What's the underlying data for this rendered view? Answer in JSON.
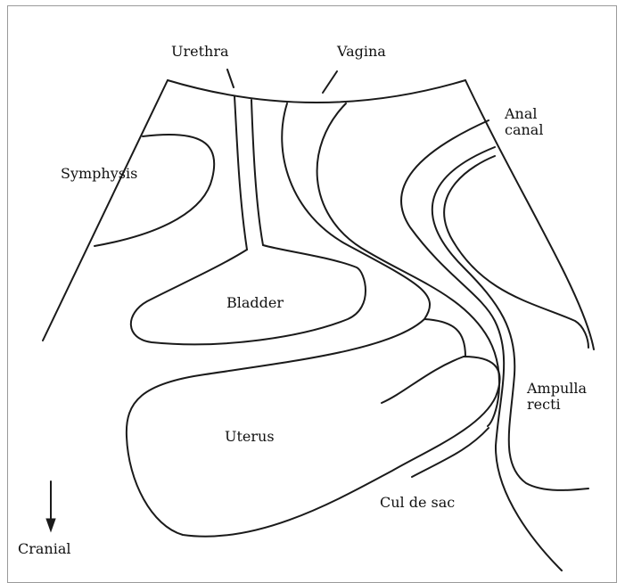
{
  "labels": {
    "urethra": "Urethra",
    "vagina": "Vagina",
    "anal_canal_line1": "Anal",
    "anal_canal_line2": "canal",
    "symphysis": "Symphysis",
    "bladder": "Bladder",
    "ampulla_line1": "Ampulla",
    "ampulla_line2": "recti",
    "uterus": "Uterus",
    "cul_de_sac": "Cul de sac",
    "cranial": "Cranial"
  },
  "icons": {
    "direction_arrow": "arrow-down-icon"
  }
}
